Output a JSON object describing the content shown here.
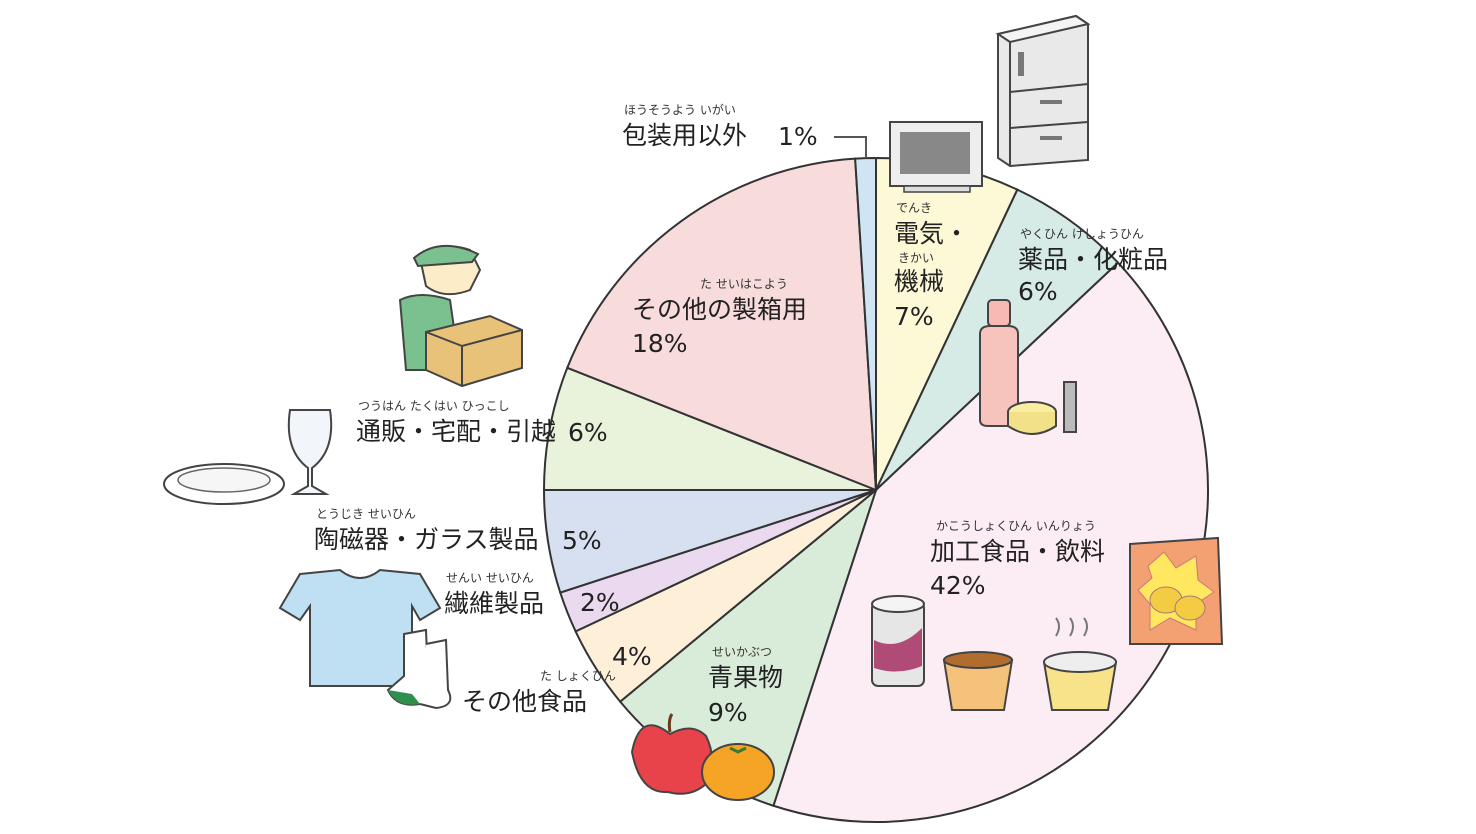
{
  "chart_data": {
    "type": "pie",
    "title": "",
    "start": "12 o'clock",
    "direction": "clockwise",
    "slices": [
      {
        "name": "電気・機械",
        "value": 7,
        "label": "7%",
        "color": "#fdf8d6",
        "lines": [
          "電気・",
          "機械"
        ],
        "ruby": [
          "でんき",
          "きかい"
        ]
      },
      {
        "name": "薬品・化粧品",
        "value": 6,
        "label": "6%",
        "color": "#d6eae6",
        "lines": [
          "薬品・化粧品"
        ],
        "ruby": [
          "やくひん けしょうひん"
        ]
      },
      {
        "name": "加工食品・飲料",
        "value": 42,
        "label": "42%",
        "color": "#fcecf3",
        "lines": [
          "加工食品・飲料"
        ],
        "ruby": [
          "かこうしょくひん いんりょう"
        ]
      },
      {
        "name": "青果物",
        "value": 9,
        "label": "9%",
        "color": "#d9ecd9",
        "lines": [
          "青果物"
        ],
        "ruby": [
          "せいかぶつ"
        ]
      },
      {
        "name": "その他食品",
        "value": 4,
        "label": "4%",
        "color": "#fdefd8",
        "lines": [
          "その他食品"
        ],
        "ruby": [
          "た しょくひん"
        ]
      },
      {
        "name": "繊維製品",
        "value": 2,
        "label": "2%",
        "color": "#ead9ef",
        "lines": [
          "繊維製品"
        ],
        "ruby": [
          "せんい せいひん"
        ]
      },
      {
        "name": "陶磁器・ガラス製品",
        "value": 5,
        "label": "5%",
        "color": "#d6e0f1",
        "lines": [
          "陶磁器・ガラス製品"
        ],
        "ruby": [
          "とうじき せいひん"
        ]
      },
      {
        "name": "通販・宅配・引越",
        "value": 6,
        "label": "6%",
        "color": "#e9f3db",
        "lines": [
          "通販・宅配・引越"
        ],
        "ruby": [
          "つうはん たくはい ひっこし"
        ]
      },
      {
        "name": "その他の製箱用",
        "value": 18,
        "label": "18%",
        "color": "#f8dcdc",
        "lines": [
          "その他の製箱用"
        ],
        "ruby": [
          "た せいはこよう"
        ]
      },
      {
        "name": "包装用以外",
        "value": 1,
        "label": "1%",
        "color": "#cfe5f4",
        "lines": [
          "包装用以外"
        ],
        "ruby": [
          "ほうそうよう いがい"
        ]
      }
    ],
    "colors": {
      "edge": "#333333",
      "leader": "#555555"
    },
    "legend": "none"
  },
  "icons": [
    "refrigerator-icon",
    "television-icon",
    "cosmetics-icon",
    "snack-bag-icon",
    "canned-drink-icon",
    "cup-noodle-icon",
    "apple-icon",
    "orange-icon",
    "tshirt-icon",
    "socks-icon",
    "plate-icon",
    "wine-glass-icon",
    "delivery-person-icon"
  ]
}
